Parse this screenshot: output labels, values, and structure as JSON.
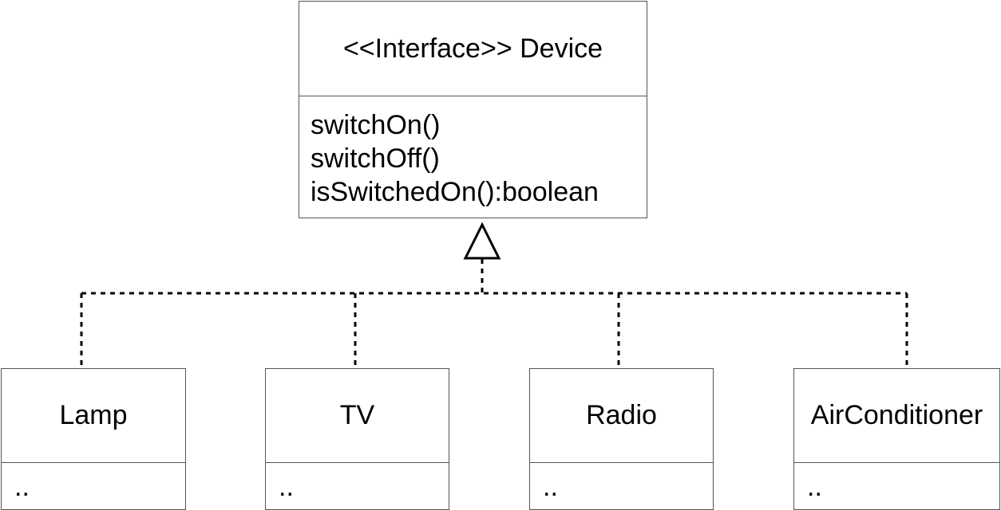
{
  "interface": {
    "title": "<<Interface>> Device",
    "methods": [
      "switchOn()",
      "switchOff()",
      "isSwitchedOn():boolean"
    ]
  },
  "classes": [
    {
      "name": "Lamp",
      "body": ".."
    },
    {
      "name": "TV",
      "body": ".."
    },
    {
      "name": "Radio",
      "body": ".."
    },
    {
      "name": "AirConditioner",
      "body": ".."
    }
  ],
  "colors": {
    "line": "#000000",
    "border": "#555555",
    "background": "#ffffff"
  }
}
